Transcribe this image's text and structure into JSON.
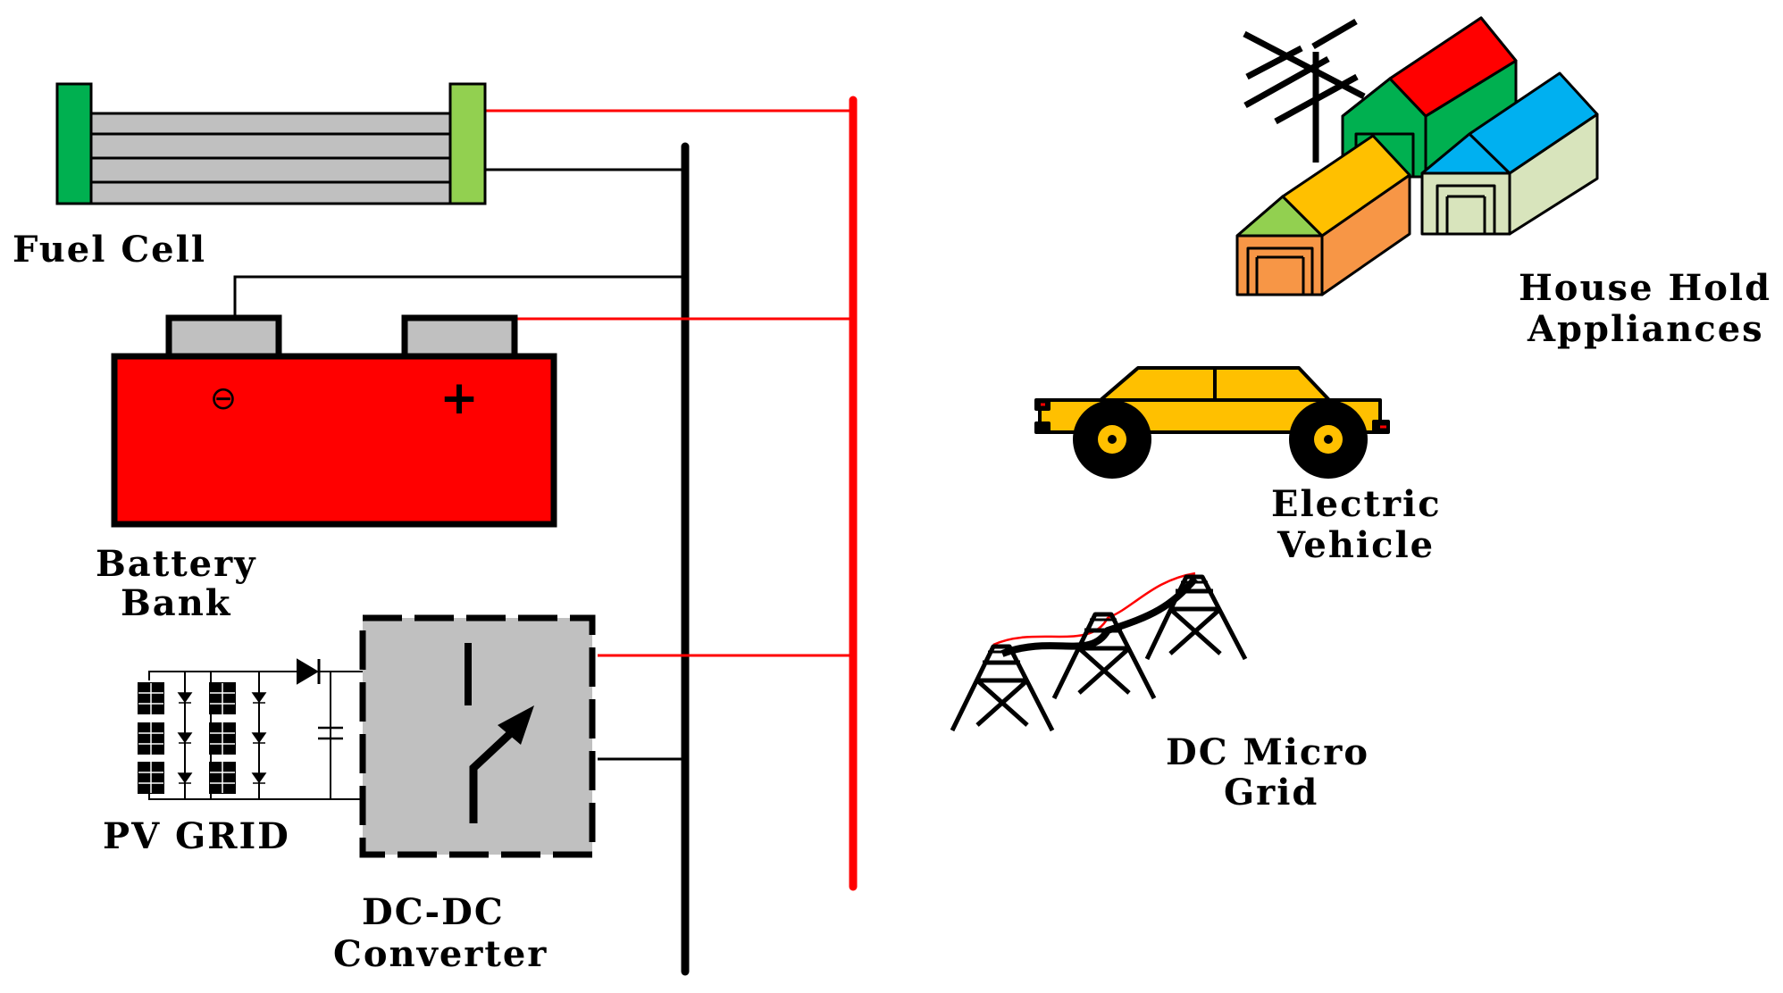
{
  "labels": {
    "fuel_cell": "Fuel Cell",
    "battery_line1": "Battery",
    "battery_line2": "Bank",
    "pv_grid": "PV GRID",
    "converter_line1": "DC-DC",
    "converter_line2": "Converter",
    "household_line1": "House Hold",
    "household_line2": "Appliances",
    "ev_line1": "Electric",
    "ev_line2": "Vehicle",
    "microgrid_line1": "DC Micro",
    "microgrid_line2": "Grid"
  },
  "battery_symbols": {
    "negative": "⊖",
    "positive": "+"
  },
  "colors": {
    "positive_bus": "#ff0000",
    "negative_bus": "#000000",
    "fuel_cell_left_plate": "#00b050",
    "fuel_cell_right_plate": "#92d050",
    "fuel_cell_body": "#c0c0c0",
    "battery_body": "#ff0000",
    "battery_terminal": "#c0c0c0",
    "converter_box": "#c0c0c0",
    "car_body": "#ffc000",
    "house_red_roof": "#ff0000",
    "house_green": "#00b050",
    "house_blue_roof": "#00b0f0",
    "house_pale": "#d8e4bc",
    "house_yellow_roof": "#ffc000",
    "house_orange": "#f79646",
    "house_light_green": "#92d050"
  }
}
